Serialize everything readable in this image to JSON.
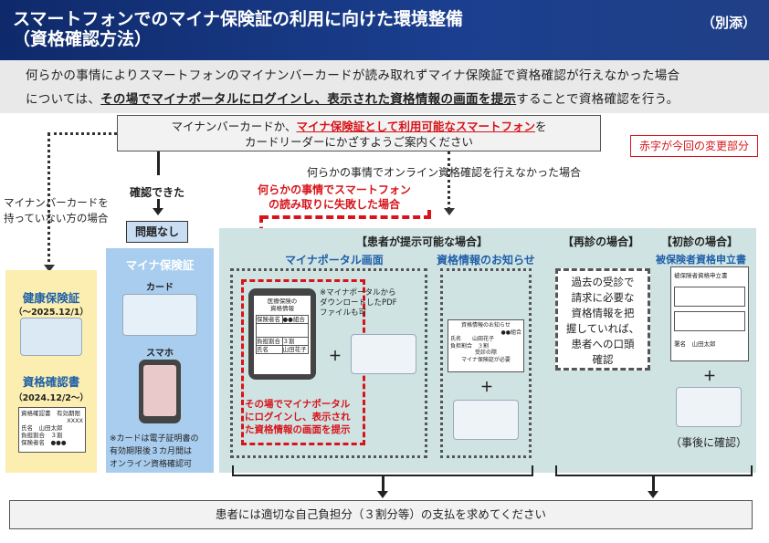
{
  "header": {
    "title": "スマートフォンでのマイナ保険証の利用に向けた環境整備\n（資格確認方法）",
    "attachment": "（別添）"
  },
  "intro": {
    "line1": "何らかの事情によりスマートフォンのマイナンバーカードが読み取れずマイナ保険証で資格確認が行えなかった場合",
    "line2_pre": "については、",
    "line2_bold": "その場でマイナポータルにログインし、表示された資格情報の画面を提示",
    "line2_post": "することで資格確認を行う。"
  },
  "top_box": {
    "pre": "マイナンバーカードか、",
    "red": "マイナ保険証として利用可能なスマートフォン",
    "post": "を",
    "line2": "カードリーダーにかざすようご案内ください"
  },
  "red_note": "赤字が今回の変更部分",
  "no_card": "マイナンバーカードを\n持っていない方の場合",
  "confirmed": "確認できた",
  "no_problem": "問題なし",
  "online_fail": "何らかの事情でオンライン資格確認を行えなかった場合",
  "phone_fail": "何らかの事情でスマートフォン\nの読み取りに失敗した場合",
  "left_panel": {
    "title1": "健康保険証",
    "date1": "（～2025.12/1）",
    "title2": "資格確認書",
    "date2": "（2024.12/2～）",
    "doc_title": "資格確認書",
    "doc_expiry": "有効期限",
    "doc_xxxx": "XXXX",
    "doc_name_label": "氏名",
    "doc_name": "山田太郎",
    "doc_ratio_label": "負担割合",
    "doc_ratio": "３割",
    "doc_insurer_label": "保険者名",
    "doc_insurer": "●●●"
  },
  "mina_panel": {
    "title": "マイナ保険証",
    "card": "カード",
    "phone": "スマホ",
    "note": "※カードは電子証明書の\n有効期限後３カ月間は\nオンライン資格確認可"
  },
  "patient": {
    "header": "【患者が提示可能な場合】",
    "portal_title": "マイナポータル画面",
    "notice_title": "資格情報のお知らせ",
    "screen_title": "医療保険の\n資格情報",
    "row1_label": "保険者名",
    "row1_value": "●●組合",
    "row2_label": "負担割合",
    "row2_value": "３割",
    "row3_label": "氏名",
    "row3_value": "山田花子",
    "pdf_note": "※マイナポータルから\nダウンロードしたPDF\nファイルも可",
    "red_instr": "その場でマイナポータル\nにログインし、表示され\nた資格情報の画面を提示",
    "plus": "＋",
    "notice_doc_title": "資格情報のお知らせ",
    "notice_doc_insurer": "●●組合",
    "notice_doc_name": "氏名　　山田花子",
    "notice_doc_ratio": "負担割合　３割",
    "notice_doc_l1": "受診の際",
    "notice_doc_l2": "マイナ保険証が必要"
  },
  "revisit": {
    "header": "【再診の場合】",
    "text": "過去の受診で\n請求に必要な\n資格情報を把\n握していれば、\n患者への口頭\n確認"
  },
  "first": {
    "header": "【初診の場合】",
    "title": "被保険者資格申立書",
    "doc_title": "被保険者資格申立書",
    "sign_label": "署名",
    "sign_name": "山田太郎",
    "plus": "＋",
    "after": "（事後に確認）"
  },
  "bottom": "患者には適切な自己負担分（３割分等）の支払を求めてください",
  "colors": {
    "header_bg": "#1b3f8f",
    "accent_red": "#d7141a",
    "left_yellow": "#fbeeb0",
    "mina_blue": "#a9cdee",
    "teal_panel": "#cfe3e3",
    "title_blue": "#1f5fa8"
  }
}
